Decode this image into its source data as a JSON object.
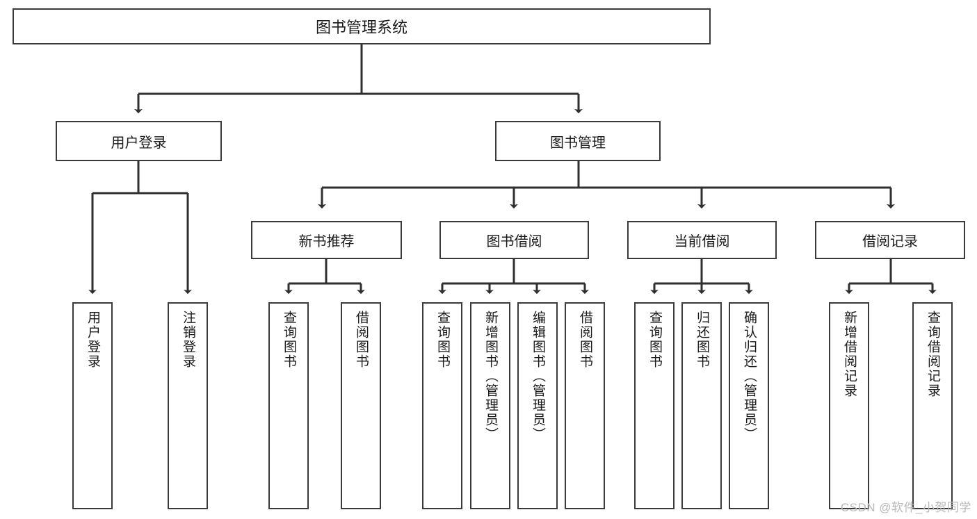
{
  "diagram": {
    "type": "tree-hierarchy",
    "root": {
      "label": "图书管理系统"
    },
    "branches": [
      {
        "label": "用户登录"
      },
      {
        "label": "图书管理"
      },
      {
        "label": "新书推荐"
      },
      {
        "label": "图书借阅"
      },
      {
        "label": "当前借阅"
      },
      {
        "label": "借阅记录"
      }
    ],
    "leaves": [
      {
        "label": "用户登录",
        "parent": "用户登录"
      },
      {
        "label": "注销登录",
        "parent": "用户登录"
      },
      {
        "label": "查询图书",
        "parent": "新书推荐"
      },
      {
        "label": "借阅图书",
        "parent": "新书推荐"
      },
      {
        "label": "查询图书",
        "parent": "图书借阅"
      },
      {
        "label": "新增图书（管理员）",
        "parent": "图书借阅"
      },
      {
        "label": "编辑图书（管理员）",
        "parent": "图书借阅"
      },
      {
        "label": "借阅图书",
        "parent": "图书借阅"
      },
      {
        "label": "查询图书",
        "parent": "当前借阅"
      },
      {
        "label": "归还图书",
        "parent": "当前借阅"
      },
      {
        "label": "确认归还（管理员）",
        "parent": "当前借阅"
      },
      {
        "label": "新增借阅记录",
        "parent": "借阅记录"
      },
      {
        "label": "查询借阅记录",
        "parent": "借阅记录"
      }
    ],
    "colors": {
      "box_border": "#3a3a3a",
      "box_fill": "#ffffff",
      "connector": "#2f2f2f",
      "text": "#1a1a1a",
      "watermark": "#b9b9b9",
      "background": "#ffffff"
    }
  },
  "watermark": {
    "text": "CSDN @软件_小贺同学"
  }
}
